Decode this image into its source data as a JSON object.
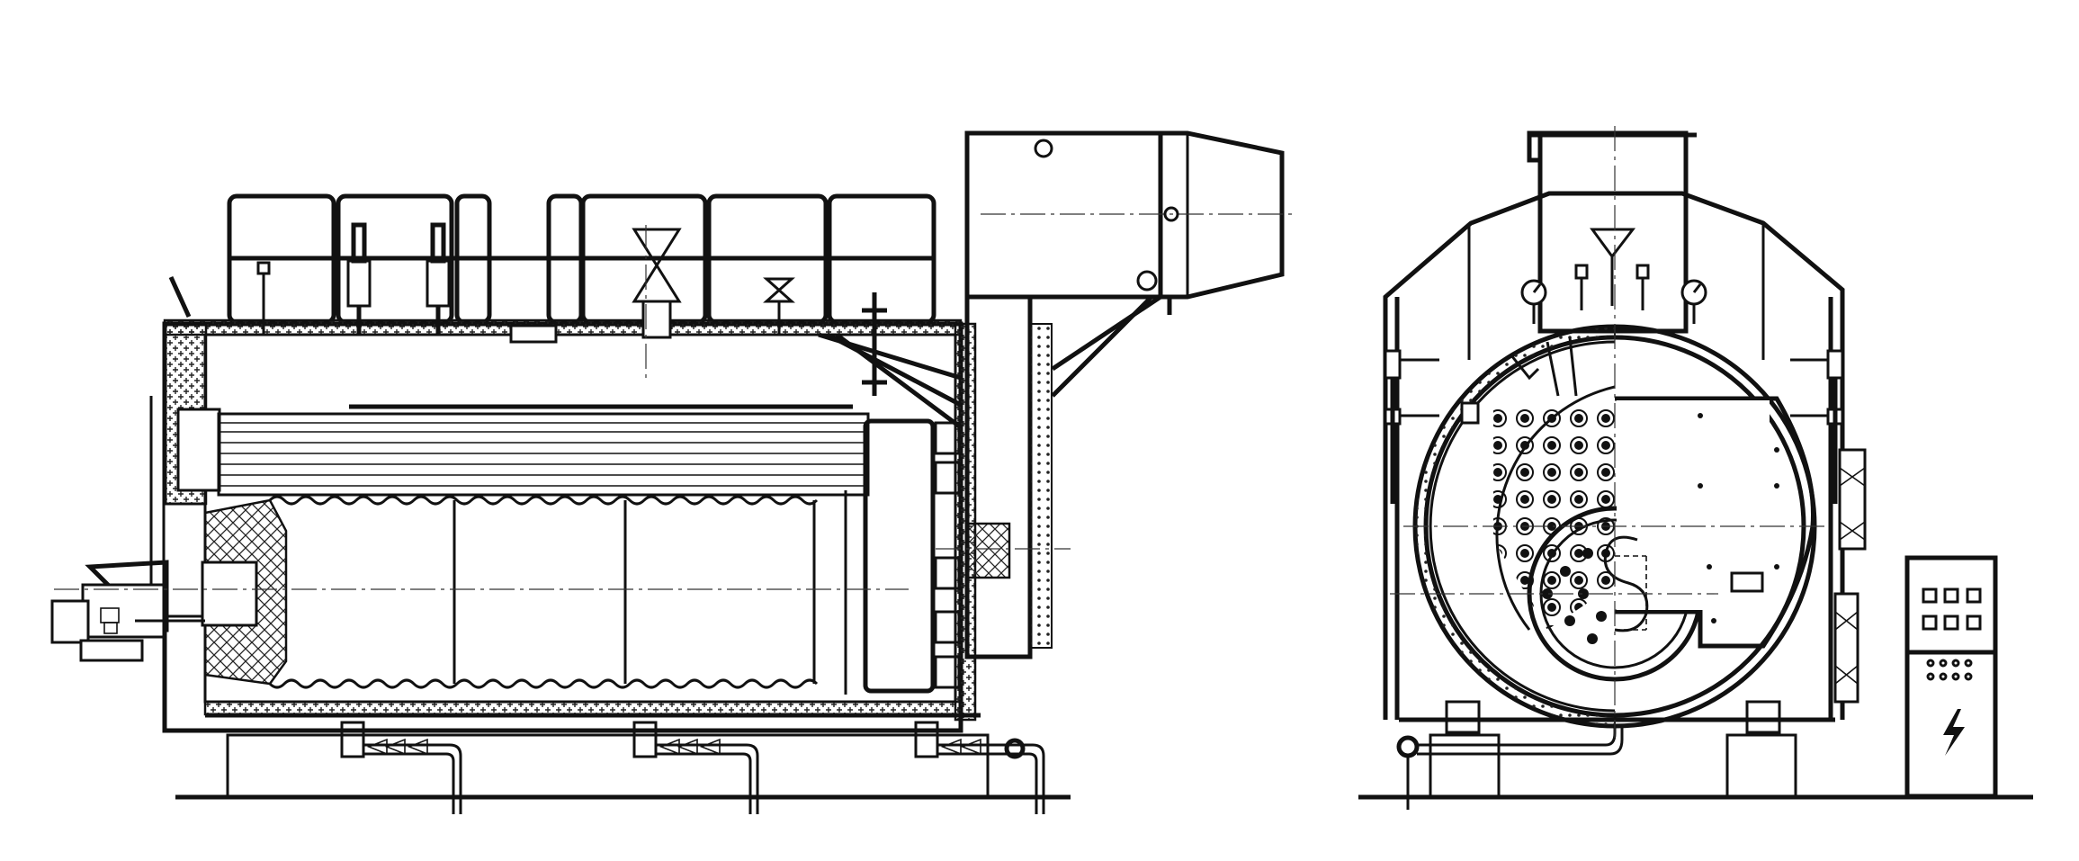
{
  "drawing": {
    "views": [
      "side-view",
      "front-view"
    ],
    "control_cabinet_symbol": "lightning-bolt"
  }
}
